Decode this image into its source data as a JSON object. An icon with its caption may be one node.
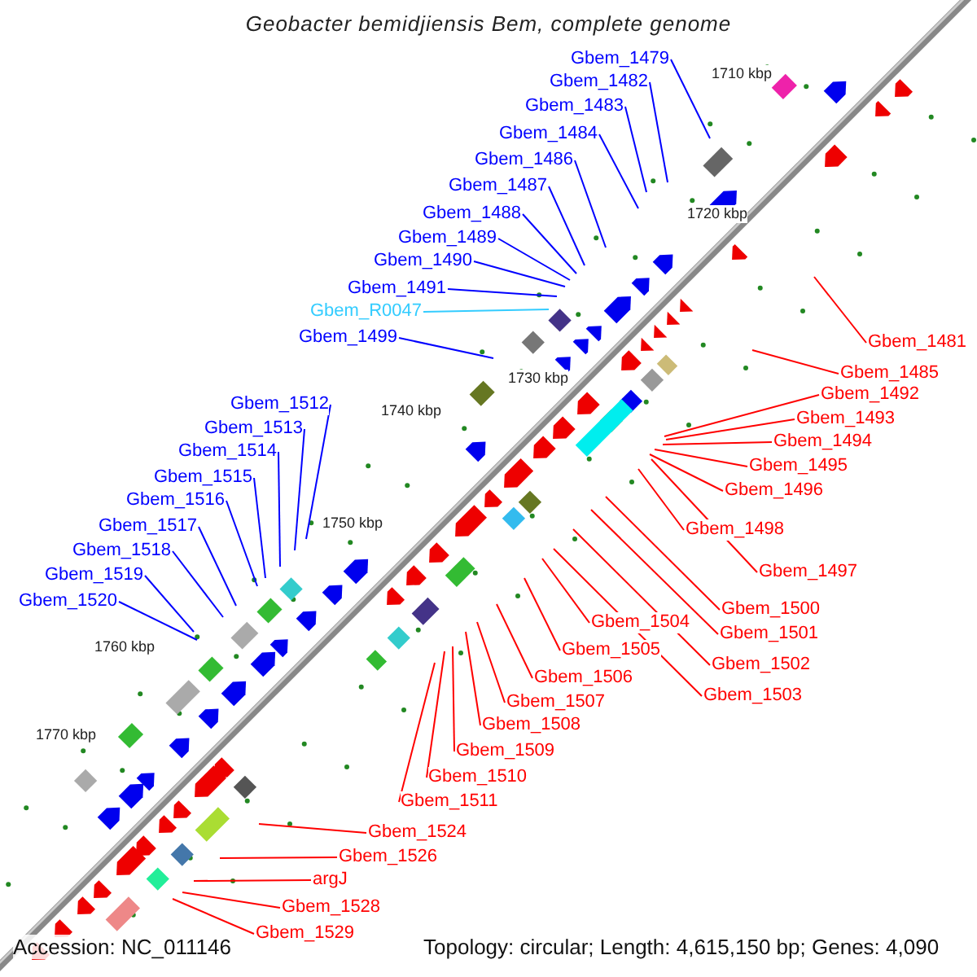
{
  "diagram": {
    "title": "Geobacter bemidjiensis Bem, complete genome",
    "nodes": [
      {
        "text": [
          "Gbem_1479"
        ]
      },
      {
        "text": [
          "Gbem_1482"
        ]
      },
      {
        "text": [
          "Gbem_1483"
        ]
      },
      {
        "text": [
          "Gbem_1484"
        ]
      },
      {
        "text": [
          "Gbem_1486"
        ]
      },
      {
        "text": [
          "Gbem_1487"
        ]
      },
      {
        "text": [
          "Gbem_1488"
        ]
      },
      {
        "text": [
          "Gbem_1489"
        ]
      },
      {
        "text": [
          "Gbem_1490"
        ]
      },
      {
        "text": [
          "Gbem_1491"
        ]
      },
      {
        "text": [
          "Gbem_R0047"
        ]
      },
      {
        "text": [
          "Gbem_1499"
        ]
      },
      {
        "text": [
          "Gbem_1512"
        ]
      },
      {
        "text": [
          "Gbem_1513"
        ]
      },
      {
        "text": [
          "Gbem_1514"
        ]
      },
      {
        "text": [
          "Gbem_1515"
        ]
      },
      {
        "text": [
          "Gbem_1516"
        ]
      },
      {
        "text": [
          "Gbem_1517"
        ]
      },
      {
        "text": [
          "Gbem_1518"
        ]
      },
      {
        "text": [
          "Gbem_1519"
        ]
      },
      {
        "text": [
          "Gbem_1520"
        ]
      },
      {
        "text": [
          "Gbem_1481"
        ]
      },
      {
        "text": [
          "Gbem_1485"
        ]
      },
      {
        "text": [
          "Gbem_1492"
        ]
      },
      {
        "text": [
          "Gbem_1493"
        ]
      },
      {
        "text": [
          "Gbem_1494"
        ]
      },
      {
        "text": [
          "Gbem_1495"
        ]
      },
      {
        "text": [
          "Gbem_1496"
        ]
      },
      {
        "text": [
          "Gbem_1498"
        ]
      },
      {
        "text": [
          "Gbem_1497"
        ]
      },
      {
        "text": [
          "Gbem_1500"
        ]
      },
      {
        "text": [
          "Gbem_1501"
        ]
      },
      {
        "text": [
          "Gbem_1504"
        ]
      },
      {
        "text": [
          "Gbem_1502"
        ]
      },
      {
        "text": [
          "Gbem_1505"
        ]
      },
      {
        "text": [
          "Gbem_1503"
        ]
      },
      {
        "text": [
          "Gbem_1506"
        ]
      },
      {
        "text": [
          "Gbem_1507"
        ]
      },
      {
        "text": [
          "Gbem_1508"
        ]
      },
      {
        "text": [
          "Gbem_1509"
        ]
      },
      {
        "text": [
          "Gbem_1510"
        ]
      },
      {
        "text": [
          "Gbem_1511"
        ]
      },
      {
        "text": [
          "Gbem_1524"
        ]
      },
      {
        "text": [
          "Gbem_1526"
        ]
      },
      {
        "text": [
          "argJ"
        ]
      },
      {
        "text": [
          "Gbem_1528"
        ]
      },
      {
        "text": [
          "Gbem_1529"
        ]
      }
    ],
    "edges": [
      {
        "from": 0,
        "to": null,
        "arrow": "none",
        "color": "#0000ff"
      },
      {
        "from": 1,
        "to": null,
        "arrow": "none",
        "color": "#0000ff"
      },
      {
        "from": 2,
        "to": null,
        "arrow": "none",
        "color": "#0000ff"
      },
      {
        "from": 3,
        "to": null,
        "arrow": "none",
        "color": "#0000ff"
      },
      {
        "from": 4,
        "to": null,
        "arrow": "none",
        "color": "#0000ff"
      },
      {
        "from": 5,
        "to": null,
        "arrow": "none",
        "color": "#0000ff"
      },
      {
        "from": 6,
        "to": null,
        "arrow": "none",
        "color": "#0000ff"
      },
      {
        "from": 7,
        "to": null,
        "arrow": "none",
        "color": "#0000ff"
      },
      {
        "from": 8,
        "to": null,
        "arrow": "none",
        "color": "#0000ff"
      },
      {
        "from": 9,
        "to": null,
        "arrow": "none",
        "color": "#0000ff"
      },
      {
        "from": 10,
        "to": null,
        "arrow": "none",
        "color": "#33ccff"
      },
      {
        "from": 11,
        "to": null,
        "arrow": "none",
        "color": "#0000ff"
      },
      {
        "from": 12,
        "to": null,
        "arrow": "none",
        "color": "#0000ff"
      },
      {
        "from": 13,
        "to": null,
        "arrow": "none",
        "color": "#0000ff"
      },
      {
        "from": 14,
        "to": null,
        "arrow": "none",
        "color": "#0000ff"
      },
      {
        "from": 15,
        "to": null,
        "arrow": "none",
        "color": "#0000ff"
      },
      {
        "from": 16,
        "to": null,
        "arrow": "none",
        "color": "#0000ff"
      },
      {
        "from": 17,
        "to": null,
        "arrow": "none",
        "color": "#0000ff"
      },
      {
        "from": 18,
        "to": null,
        "arrow": "none",
        "color": "#0000ff"
      },
      {
        "from": 19,
        "to": null,
        "arrow": "none",
        "color": "#0000ff"
      },
      {
        "from": 20,
        "to": null,
        "arrow": "none",
        "color": "#0000ff"
      },
      {
        "from": 21,
        "to": null,
        "arrow": "none"
      },
      {
        "from": 22,
        "to": null,
        "arrow": "none"
      },
      {
        "from": 23,
        "to": null,
        "arrow": "none"
      },
      {
        "from": 24,
        "to": null,
        "arrow": "none"
      },
      {
        "from": 25,
        "to": null,
        "arrow": "none"
      },
      {
        "from": 26,
        "to": null,
        "arrow": "none"
      },
      {
        "from": 27,
        "to": null,
        "arrow": "none"
      },
      {
        "from": 28,
        "to": null,
        "arrow": "none"
      },
      {
        "from": 29,
        "to": null,
        "arrow": "none"
      },
      {
        "from": 30,
        "to": null,
        "arrow": "none"
      },
      {
        "from": 31,
        "to": null,
        "arrow": "none"
      },
      {
        "from": 32,
        "to": null,
        "arrow": "none"
      },
      {
        "from": 33,
        "to": null,
        "arrow": "none"
      },
      {
        "from": 34,
        "to": null,
        "arrow": "none"
      },
      {
        "from": 35,
        "to": null,
        "arrow": "none"
      },
      {
        "from": 36,
        "to": null,
        "arrow": "none"
      },
      {
        "from": 37,
        "to": null,
        "arrow": "none"
      },
      {
        "from": 38,
        "to": null,
        "arrow": "none"
      },
      {
        "from": 39,
        "to": null,
        "arrow": "none"
      },
      {
        "from": 40,
        "to": null,
        "arrow": "none"
      },
      {
        "from": 41,
        "to": null,
        "arrow": "none"
      },
      {
        "from": 42,
        "to": null,
        "arrow": "none"
      },
      {
        "from": 43,
        "to": null,
        "arrow": "none"
      },
      {
        "from": 44,
        "to": null,
        "arrow": "none"
      },
      {
        "from": 45,
        "to": null,
        "arrow": "none"
      },
      {
        "from": 46,
        "to": null,
        "arrow": "none"
      }
    ],
    "labels": [
      "1710 kbp",
      "1720 kbp",
      "1730 kbp",
      "1740 kbp",
      "1750 kbp",
      "1760 kbp",
      "1770 kbp",
      "Accession: NC_011146",
      "Topology: circular; Length: 4,615,150 bp; Genes: 4,090"
    ]
  }
}
